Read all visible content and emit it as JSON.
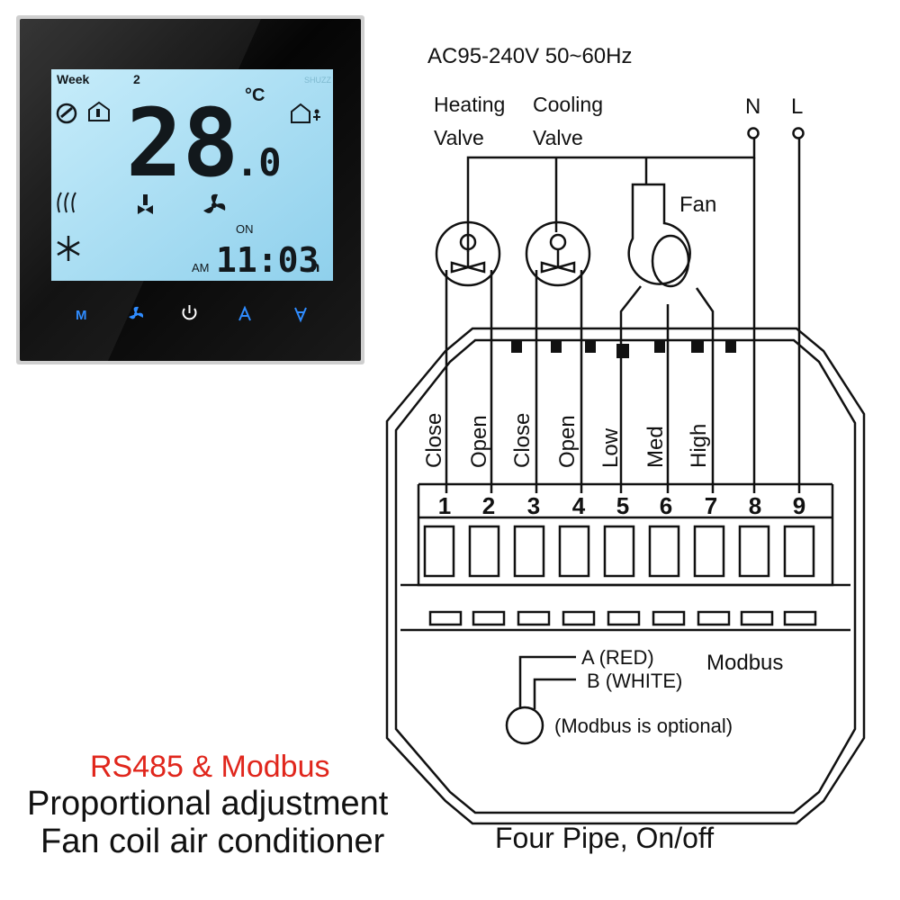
{
  "thermostat": {
    "week_label": "Week",
    "week_day": "2",
    "watermark": "SHUZZ",
    "temperature_main": "28",
    "temperature_decimal": ".0",
    "temperature_unit": "°C",
    "on_label": "ON",
    "am_label": "AM",
    "clock": "11:03",
    "clock_suffix": "h",
    "buttons": {
      "mode": "M",
      "fan": "fan-icon",
      "power": "power-icon",
      "up": "up-arrow-icon",
      "down": "down-arrow-icon"
    },
    "colors": {
      "bezel": "#0c0c0c",
      "screen": "#a8dcf0",
      "digits": "#101418",
      "button_glow": "#2f8cff"
    }
  },
  "diagram": {
    "supply": "AC95-240V  50~60Hz",
    "heating_valve": [
      "Heating",
      "Valve"
    ],
    "cooling_valve": [
      "Cooling",
      "Valve"
    ],
    "fan": "Fan",
    "neutral": "N",
    "live": "L",
    "terminal_labels": [
      "Close",
      "Open",
      "Close",
      "Open",
      "Low",
      "Med",
      "High"
    ],
    "terminal_numbers": [
      "1",
      "2",
      "3",
      "4",
      "5",
      "6",
      "7",
      "8",
      "9"
    ],
    "modbus_a": "A (RED)",
    "modbus_b": "B (WHITE)",
    "modbus_title": "Modbus",
    "modbus_note": "(Modbus is optional)",
    "caption": "Four Pipe, On/off"
  },
  "text_block": {
    "line1": "RS485 & Modbus",
    "line2": "Proportional adjustment",
    "line3": "Fan coil air conditioner",
    "accent_color": "#e0261c"
  }
}
